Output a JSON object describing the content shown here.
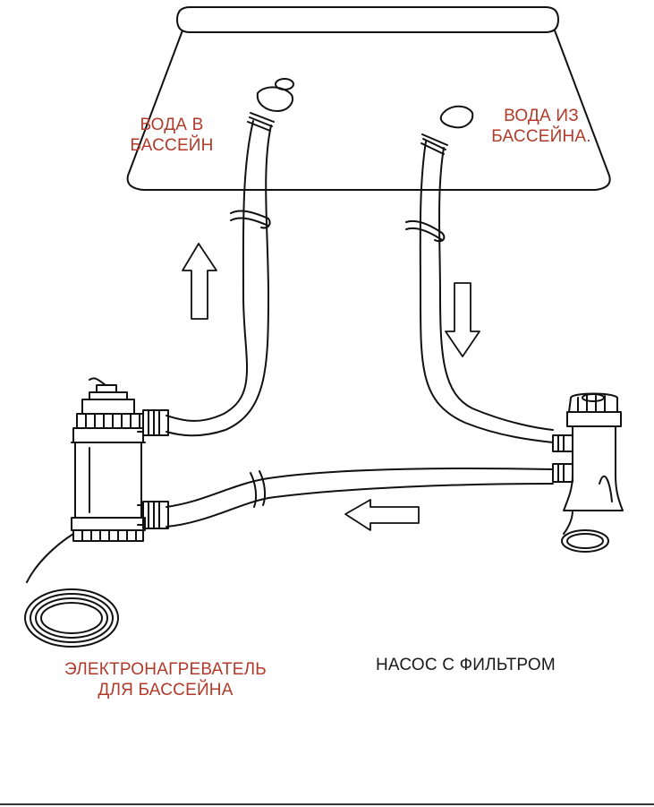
{
  "labels": {
    "water_in": [
      "ВОДА В",
      "БАССЕЙН"
    ],
    "water_out": [
      "ВОДА ИЗ",
      "БАССЕЙНА."
    ],
    "heater": [
      "ЭЛЕКТРОНАГРЕВАТЕЛЬ",
      "ДЛЯ БАССЕЙНА"
    ],
    "pump": "НАСОС С ФИЛЬТРОМ"
  },
  "colors": {
    "label_red": "#b23a2a",
    "label_black": "#1a1a1a",
    "line": "#111111"
  },
  "flow_arrows": [
    "up",
    "down",
    "left"
  ]
}
